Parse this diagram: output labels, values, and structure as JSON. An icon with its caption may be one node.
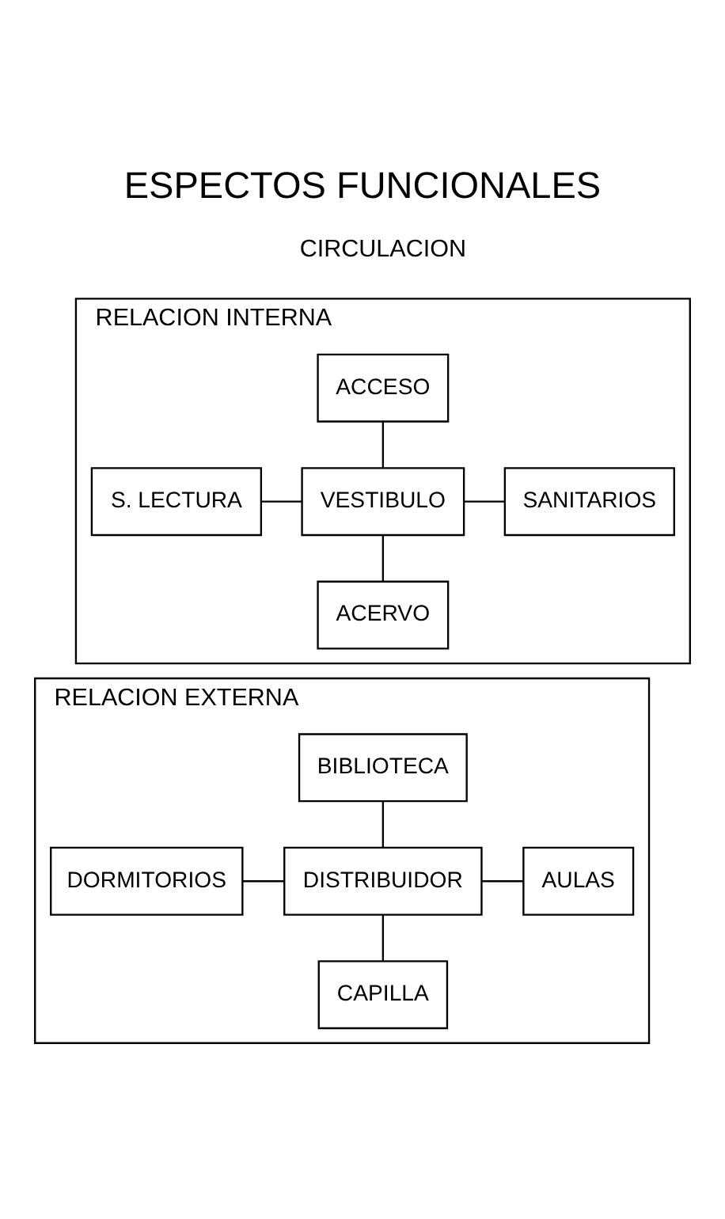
{
  "diagram": {
    "title": "ESPECTOS FUNCIONALES",
    "nodes": [
      {
        "text": [
          "RELACION INTERNA"
        ]
      },
      {
        "text": [
          "ACCESO"
        ],
        "in": 0
      },
      {
        "text": [
          "S. LECTURA"
        ],
        "in": 0
      },
      {
        "text": [
          "VESTIBULO"
        ],
        "in": 0
      },
      {
        "text": [
          "SANITARIOS"
        ],
        "in": 0
      },
      {
        "text": [
          "ACERVO"
        ],
        "in": 0
      },
      {
        "text": [
          "RELACION EXTERNA"
        ]
      },
      {
        "text": [
          "BIBLIOTECA"
        ],
        "in": 6
      },
      {
        "text": [
          "DORMITORIOS"
        ],
        "in": 6
      },
      {
        "text": [
          "DISTRIBUIDOR"
        ],
        "in": 6
      },
      {
        "text": [
          "AULAS"
        ],
        "in": 6
      },
      {
        "text": [
          "CAPILLA"
        ],
        "in": 6
      }
    ],
    "edges": [
      {
        "from": 1,
        "to": 3,
        "arrow": "none"
      },
      {
        "from": 2,
        "to": 3,
        "arrow": "none"
      },
      {
        "from": 3,
        "to": 4,
        "arrow": "none"
      },
      {
        "from": 3,
        "to": 5,
        "arrow": "none"
      },
      {
        "from": 7,
        "to": 9,
        "arrow": "none"
      },
      {
        "from": 8,
        "to": 9,
        "arrow": "none"
      },
      {
        "from": 9,
        "to": 10,
        "arrow": "none"
      },
      {
        "from": 9,
        "to": 11,
        "arrow": "none"
      }
    ],
    "labels": [
      "CIRCULACION"
    ]
  }
}
